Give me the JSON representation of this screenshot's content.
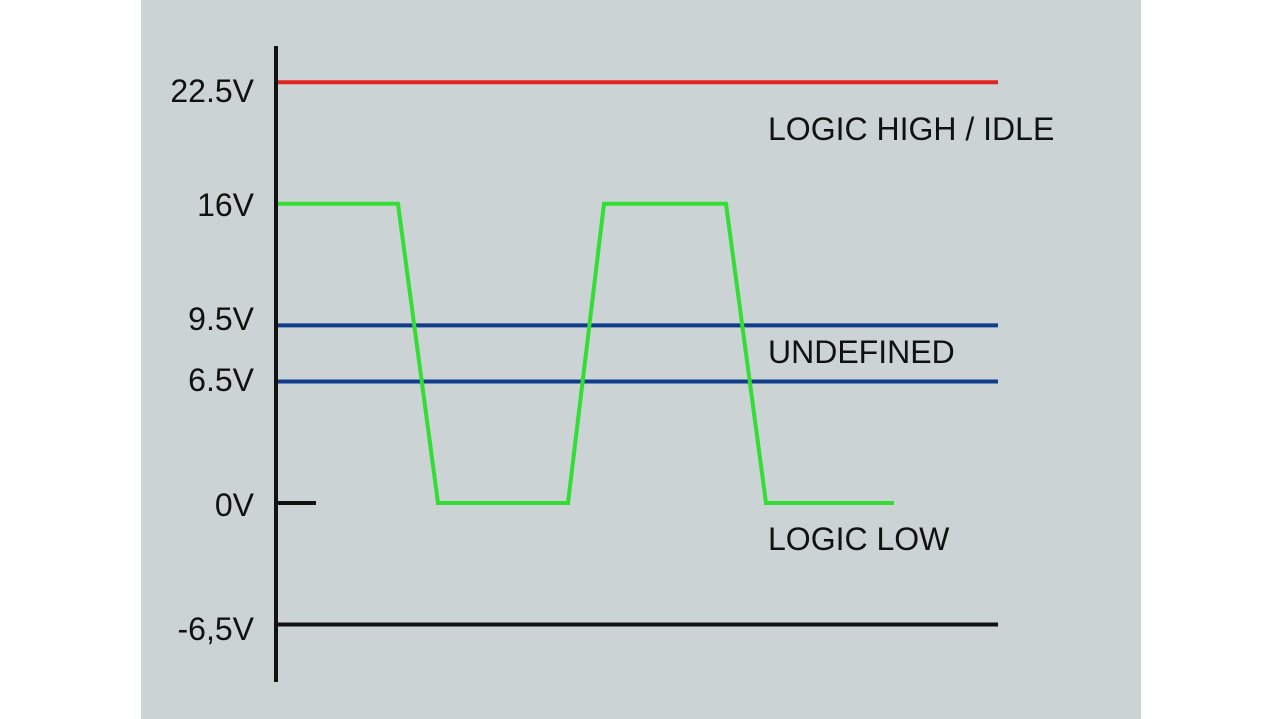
{
  "diagram": {
    "y_axis_ticks": [
      {
        "label": "22.5V",
        "value": 22.5
      },
      {
        "label": "16V",
        "value": 16
      },
      {
        "label": "9.5V",
        "value": 9.5
      },
      {
        "label": "6.5V",
        "value": 6.5
      },
      {
        "label": "0V",
        "value": 0
      },
      {
        "label": "-6,5V",
        "value": -6.5
      }
    ],
    "threshold_lines": [
      {
        "value": 22.5,
        "color": "#e0261e"
      },
      {
        "value": 9.5,
        "color": "#103c8c"
      },
      {
        "value": 6.5,
        "color": "#103c8c"
      },
      {
        "value": -6.5,
        "color": "#111111"
      }
    ],
    "zone_labels": [
      {
        "text": "LOGIC HIGH / IDLE"
      },
      {
        "text": "UNDEFINED"
      },
      {
        "text": "LOGIC LOW"
      }
    ],
    "signal": {
      "color": "#33dd33",
      "levels": [
        16,
        16,
        0,
        0,
        16,
        16,
        0,
        0
      ]
    },
    "colors": {
      "panel": "#cbd3d5",
      "axis": "#111111"
    }
  }
}
